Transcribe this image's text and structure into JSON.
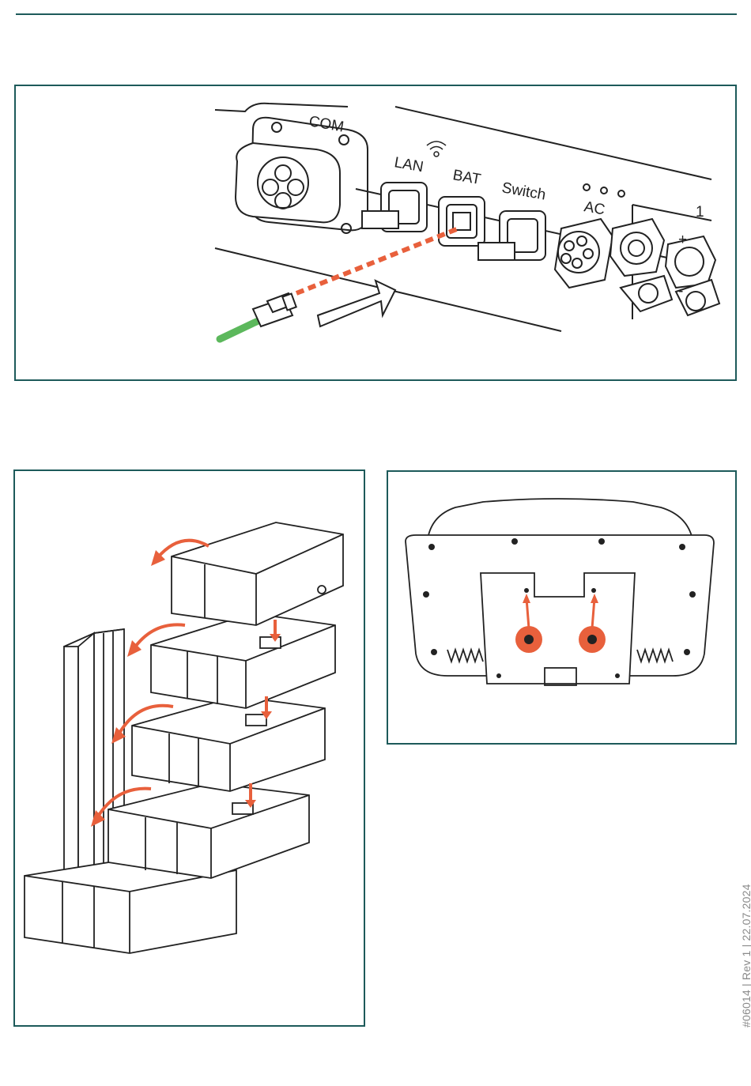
{
  "document": {
    "footer_reference": "#06014 | Rev 1 | 22.07.2024"
  },
  "figure_connection": {
    "port_labels": {
      "com": "COM",
      "lan": "LAN",
      "bat": "BAT",
      "switch": "Switch",
      "ac": "AC",
      "string_1": "1",
      "plus": "+",
      "minus": "-"
    }
  },
  "figure_battery_stack": {},
  "figure_rear_mount": {},
  "colors": {
    "frame": "#1d5a5a",
    "accent": "#e8603c",
    "cable": "#5cb85c",
    "line": "#222222",
    "footer_text": "#8a8a8a"
  }
}
